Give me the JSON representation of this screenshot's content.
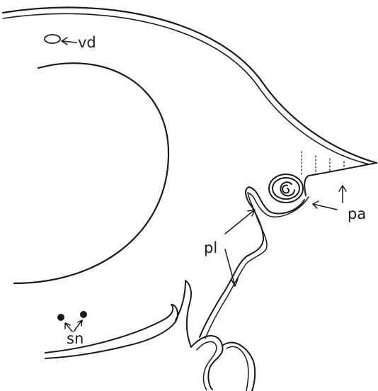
{
  "labels": {
    "vd": "vd",
    "pa": "pa",
    "pl": "pl",
    "sn": "sn"
  },
  "colors": {
    "ink": "#1a1a1a",
    "background": "#ffffff"
  }
}
